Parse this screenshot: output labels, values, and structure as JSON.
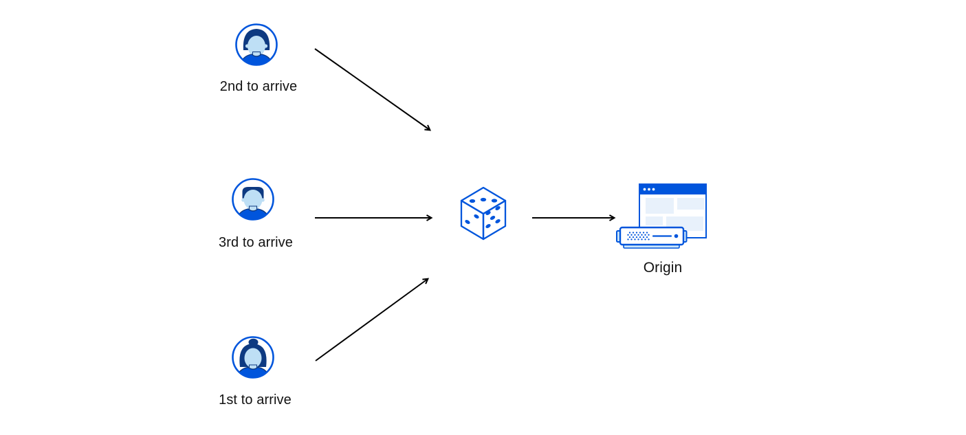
{
  "colors": {
    "primary_blue": "#0055DC",
    "dark_navy": "#0E3A81",
    "face_light_blue": "#BEDFF5",
    "pale_blue": "#E8F1FB",
    "tab_light_blue": "#CDE7F9",
    "arrow_color": "#000000",
    "text_color": "#121212",
    "canvas_background": "#FFFFFF"
  },
  "diagram": {
    "visitors": [
      {
        "id": "visitor-top",
        "arrival_order": "2nd",
        "label": "2nd to arrive",
        "icon": "male-user-avatar-icon"
      },
      {
        "id": "visitor-middle",
        "arrival_order": "3rd",
        "label": "3rd to arrive",
        "icon": "male-user-avatar-icon"
      },
      {
        "id": "visitor-bottom",
        "arrival_order": "1st",
        "label": "1st to arrive",
        "icon": "female-user-avatar-icon"
      }
    ],
    "selector": {
      "icon": "dice-icon"
    },
    "origin": {
      "label": "Origin",
      "icon": "origin-server-icon"
    },
    "edges": [
      {
        "from": "2nd to arrive",
        "to": "dice"
      },
      {
        "from": "3rd to arrive",
        "to": "dice"
      },
      {
        "from": "1st to arrive",
        "to": "dice"
      },
      {
        "from": "dice",
        "to": "Origin"
      }
    ]
  }
}
